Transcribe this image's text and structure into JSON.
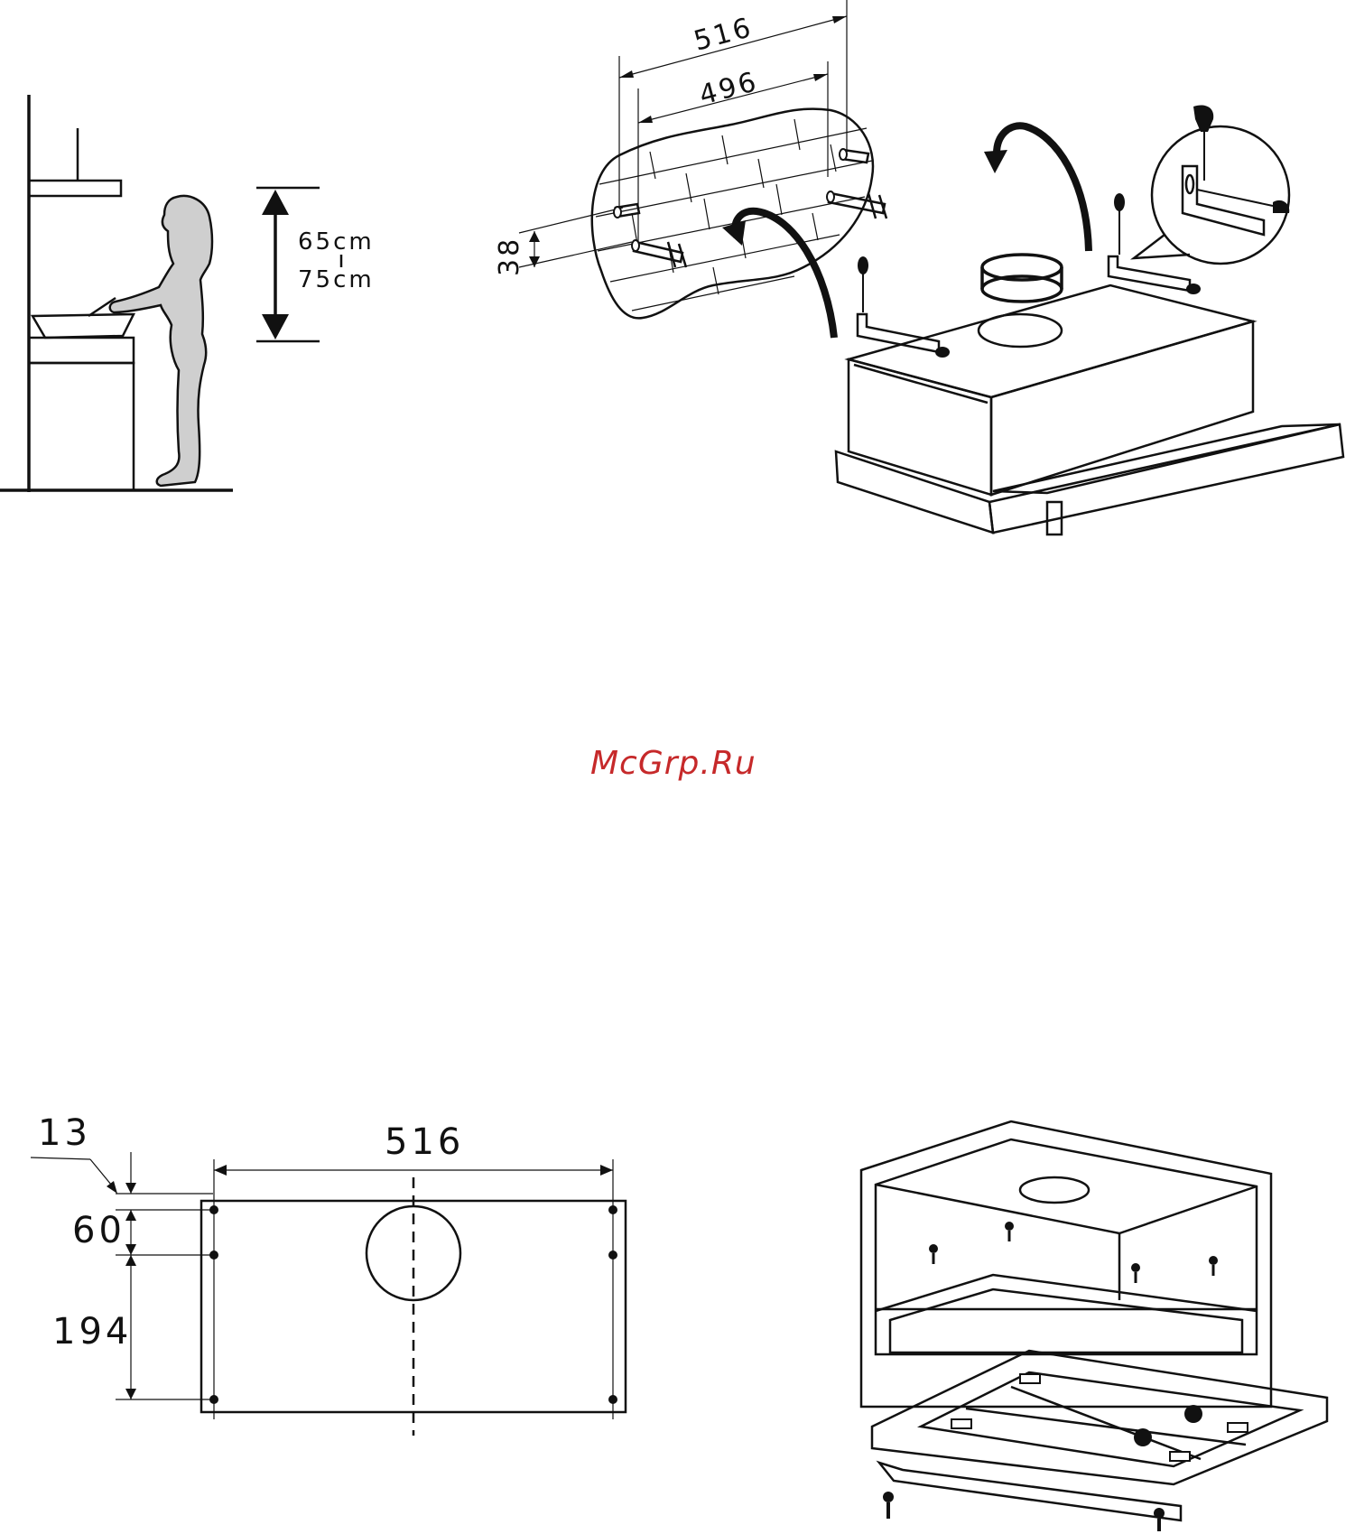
{
  "height_panel": {
    "range_low": "65cm",
    "range_high": "75cm"
  },
  "wall_panel": {
    "outer_width": "516",
    "inner_width": "496",
    "vertical_gap": "38"
  },
  "watermark": "McGrp.Ru",
  "template_panel": {
    "offset_top": "13",
    "row_gap": "60",
    "lower_gap": "194",
    "width": "516"
  },
  "colors": {
    "line": "#111111",
    "figure_fill": "#cfcfcf",
    "watermark": "#c6292a"
  }
}
